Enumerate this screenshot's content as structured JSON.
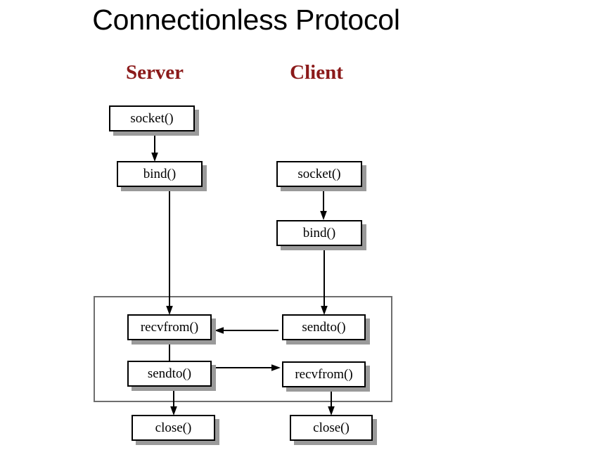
{
  "slide": {
    "title": "Connectionless Protocol",
    "background_color": "#ffffff",
    "heading_color": "#8B1A1A",
    "box_border_color": "#000000",
    "box_fill_color": "#ffffff",
    "box_shadow_color": "#9a9a9a",
    "loop_border_color": "#6e6e6e",
    "arrow_color": "#000000"
  },
  "columns": [
    {
      "id": "server",
      "label": "Server"
    },
    {
      "id": "client",
      "label": "Client"
    }
  ],
  "server_steps": [
    {
      "id": "server-socket",
      "label": "socket()"
    },
    {
      "id": "server-bind",
      "label": "bind()"
    },
    {
      "id": "server-recvfrom",
      "label": "recvfrom()"
    },
    {
      "id": "server-sendto",
      "label": "sendto()"
    },
    {
      "id": "server-close",
      "label": "close()"
    }
  ],
  "client_steps": [
    {
      "id": "client-socket",
      "label": "socket()"
    },
    {
      "id": "client-bind",
      "label": "bind()"
    },
    {
      "id": "client-sendto",
      "label": "sendto()"
    },
    {
      "id": "client-recvfrom",
      "label": "recvfrom()"
    },
    {
      "id": "client-close",
      "label": "close()"
    }
  ],
  "connections": [
    {
      "from": "server-socket",
      "to": "server-bind",
      "direction": "down"
    },
    {
      "from": "server-bind",
      "to": "server-recvfrom",
      "direction": "down"
    },
    {
      "from": "server-recvfrom",
      "to": "server-sendto",
      "direction": "none"
    },
    {
      "from": "server-sendto",
      "to": "server-close",
      "direction": "down"
    },
    {
      "from": "client-socket",
      "to": "client-bind",
      "direction": "down"
    },
    {
      "from": "client-bind",
      "to": "client-sendto",
      "direction": "down"
    },
    {
      "from": "client-sendto",
      "to": "server-recvfrom",
      "direction": "left"
    },
    {
      "from": "server-sendto",
      "to": "client-recvfrom",
      "direction": "right"
    },
    {
      "from": "client-recvfrom",
      "to": "client-close",
      "direction": "down"
    }
  ]
}
